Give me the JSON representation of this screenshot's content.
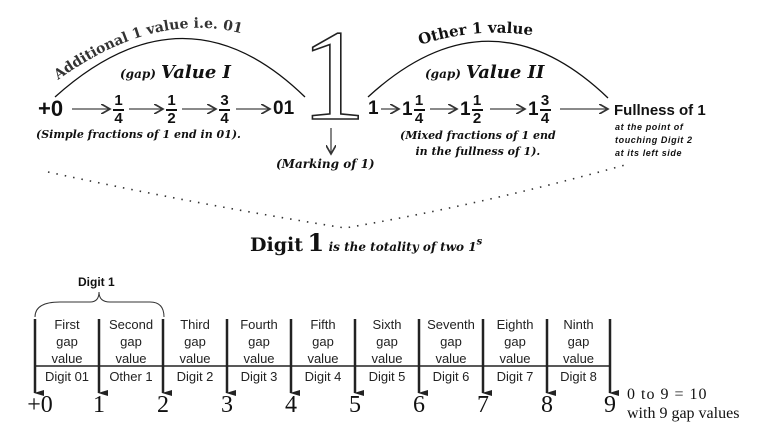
{
  "top": {
    "arc1_label": "Additional 1 value i.e. 01",
    "arc2_label": "Other 1 value",
    "value1": {
      "prefix": "(gap)",
      "label": "Value I"
    },
    "value2": {
      "prefix": "(gap)",
      "label": "Value II"
    },
    "start": "+0",
    "fractions1": [
      {
        "n": "1",
        "d": "4"
      },
      {
        "n": "1",
        "d": "2"
      },
      {
        "n": "3",
        "d": "4"
      }
    ],
    "end1": "01",
    "big_one": "1",
    "start2": "1",
    "fractions2": [
      {
        "w": "1",
        "n": "1",
        "d": "4"
      },
      {
        "w": "1",
        "n": "1",
        "d": "2"
      },
      {
        "w": "1",
        "n": "3",
        "d": "4"
      }
    ],
    "fullness": "Fullness of 1",
    "fullness_note": [
      "at the point of",
      "touching Digit 2",
      "at its left side"
    ],
    "simple_note": "(Simple fractions of 1 end in 01).",
    "mixed_note": [
      "(Mixed fractions of 1 end",
      "in the fullness of 1)."
    ],
    "marking": "(Marking of 1)",
    "totality": {
      "digit": "Digit",
      "one": "1",
      "rest": "is the totality of two 1",
      "sup": "s"
    }
  },
  "bottom": {
    "brace_label": "Digit 1",
    "gaps": [
      {
        "ord": "First",
        "digit": "Digit 01"
      },
      {
        "ord": "Second",
        "digit": "Other 1"
      },
      {
        "ord": "Third",
        "digit": "Digit 2"
      },
      {
        "ord": "Fourth",
        "digit": "Digit 3"
      },
      {
        "ord": "Fifth",
        "digit": "Digit 4"
      },
      {
        "ord": "Sixth",
        "digit": "Digit 5"
      },
      {
        "ord": "Seventh",
        "digit": "Digit 6"
      },
      {
        "ord": "Eighth",
        "digit": "Digit 7"
      },
      {
        "ord": "Ninth",
        "digit": "Digit 8"
      }
    ],
    "gap_word": "gap",
    "value_word": "value",
    "numbers": [
      "+0",
      "1",
      "2",
      "3",
      "4",
      "5",
      "6",
      "7",
      "8",
      "9"
    ],
    "summary": [
      "0 to 9 = 10",
      "with 9 gap values"
    ]
  }
}
